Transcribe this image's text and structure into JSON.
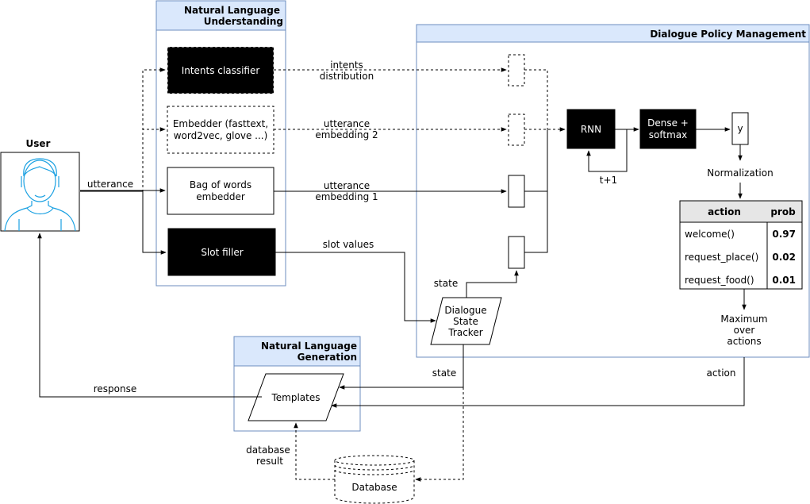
{
  "user": {
    "title": "User",
    "utterance_label": "utterance",
    "response_label": "response"
  },
  "nlu": {
    "title_line1": "Natural Language",
    "title_line2": "Understanding",
    "intents_classifier": "Intents classifier",
    "embedder_line1": "Embedder (fasttext,",
    "embedder_line2": "word2vec, glove ...)",
    "bow_line1": "Bag of words",
    "bow_line2": "embedder",
    "slot_filler": "Slot filler"
  },
  "edges": {
    "intents_line1": "intents",
    "intents_line2": "distribution",
    "emb2_line1": "utterance",
    "emb2_line2": "embedding 2",
    "emb1_line1": "utterance",
    "emb1_line2": "embedding 1",
    "slot_values": "slot values",
    "state_top": "state",
    "state_bottom": "state",
    "action": "action",
    "db_line1": "database",
    "db_line2": "result",
    "t_plus_1": "t+1"
  },
  "dpm": {
    "title": "Dialogue Policy Management",
    "rnn": "RNN",
    "dense_line1": "Dense +",
    "dense_line2": "softmax",
    "y": "y",
    "normalization": "Normalization",
    "dst_line1": "Dialogue",
    "dst_line2": "State",
    "dst_line3": "Tracker",
    "max_line1": "Maximum",
    "max_line2": "over",
    "max_line3": "actions"
  },
  "table": {
    "headers": [
      "action",
      "prob"
    ],
    "rows": [
      {
        "action": "welcome()",
        "prob": "0.97"
      },
      {
        "action": "request_place()",
        "prob": "0.02"
      },
      {
        "action": "request_food()",
        "prob": "0.01"
      }
    ]
  },
  "nlg": {
    "title_line1": "Natural Language",
    "title_line2": "Generation",
    "templates": "Templates"
  },
  "database": {
    "label": "Database"
  },
  "colors": {
    "container_fill": "#dae8fc",
    "container_stroke": "#6c8ebf",
    "block_fill": "#000000",
    "table_header": "#e6e6e6",
    "user_icon": "#1ba1e2"
  }
}
